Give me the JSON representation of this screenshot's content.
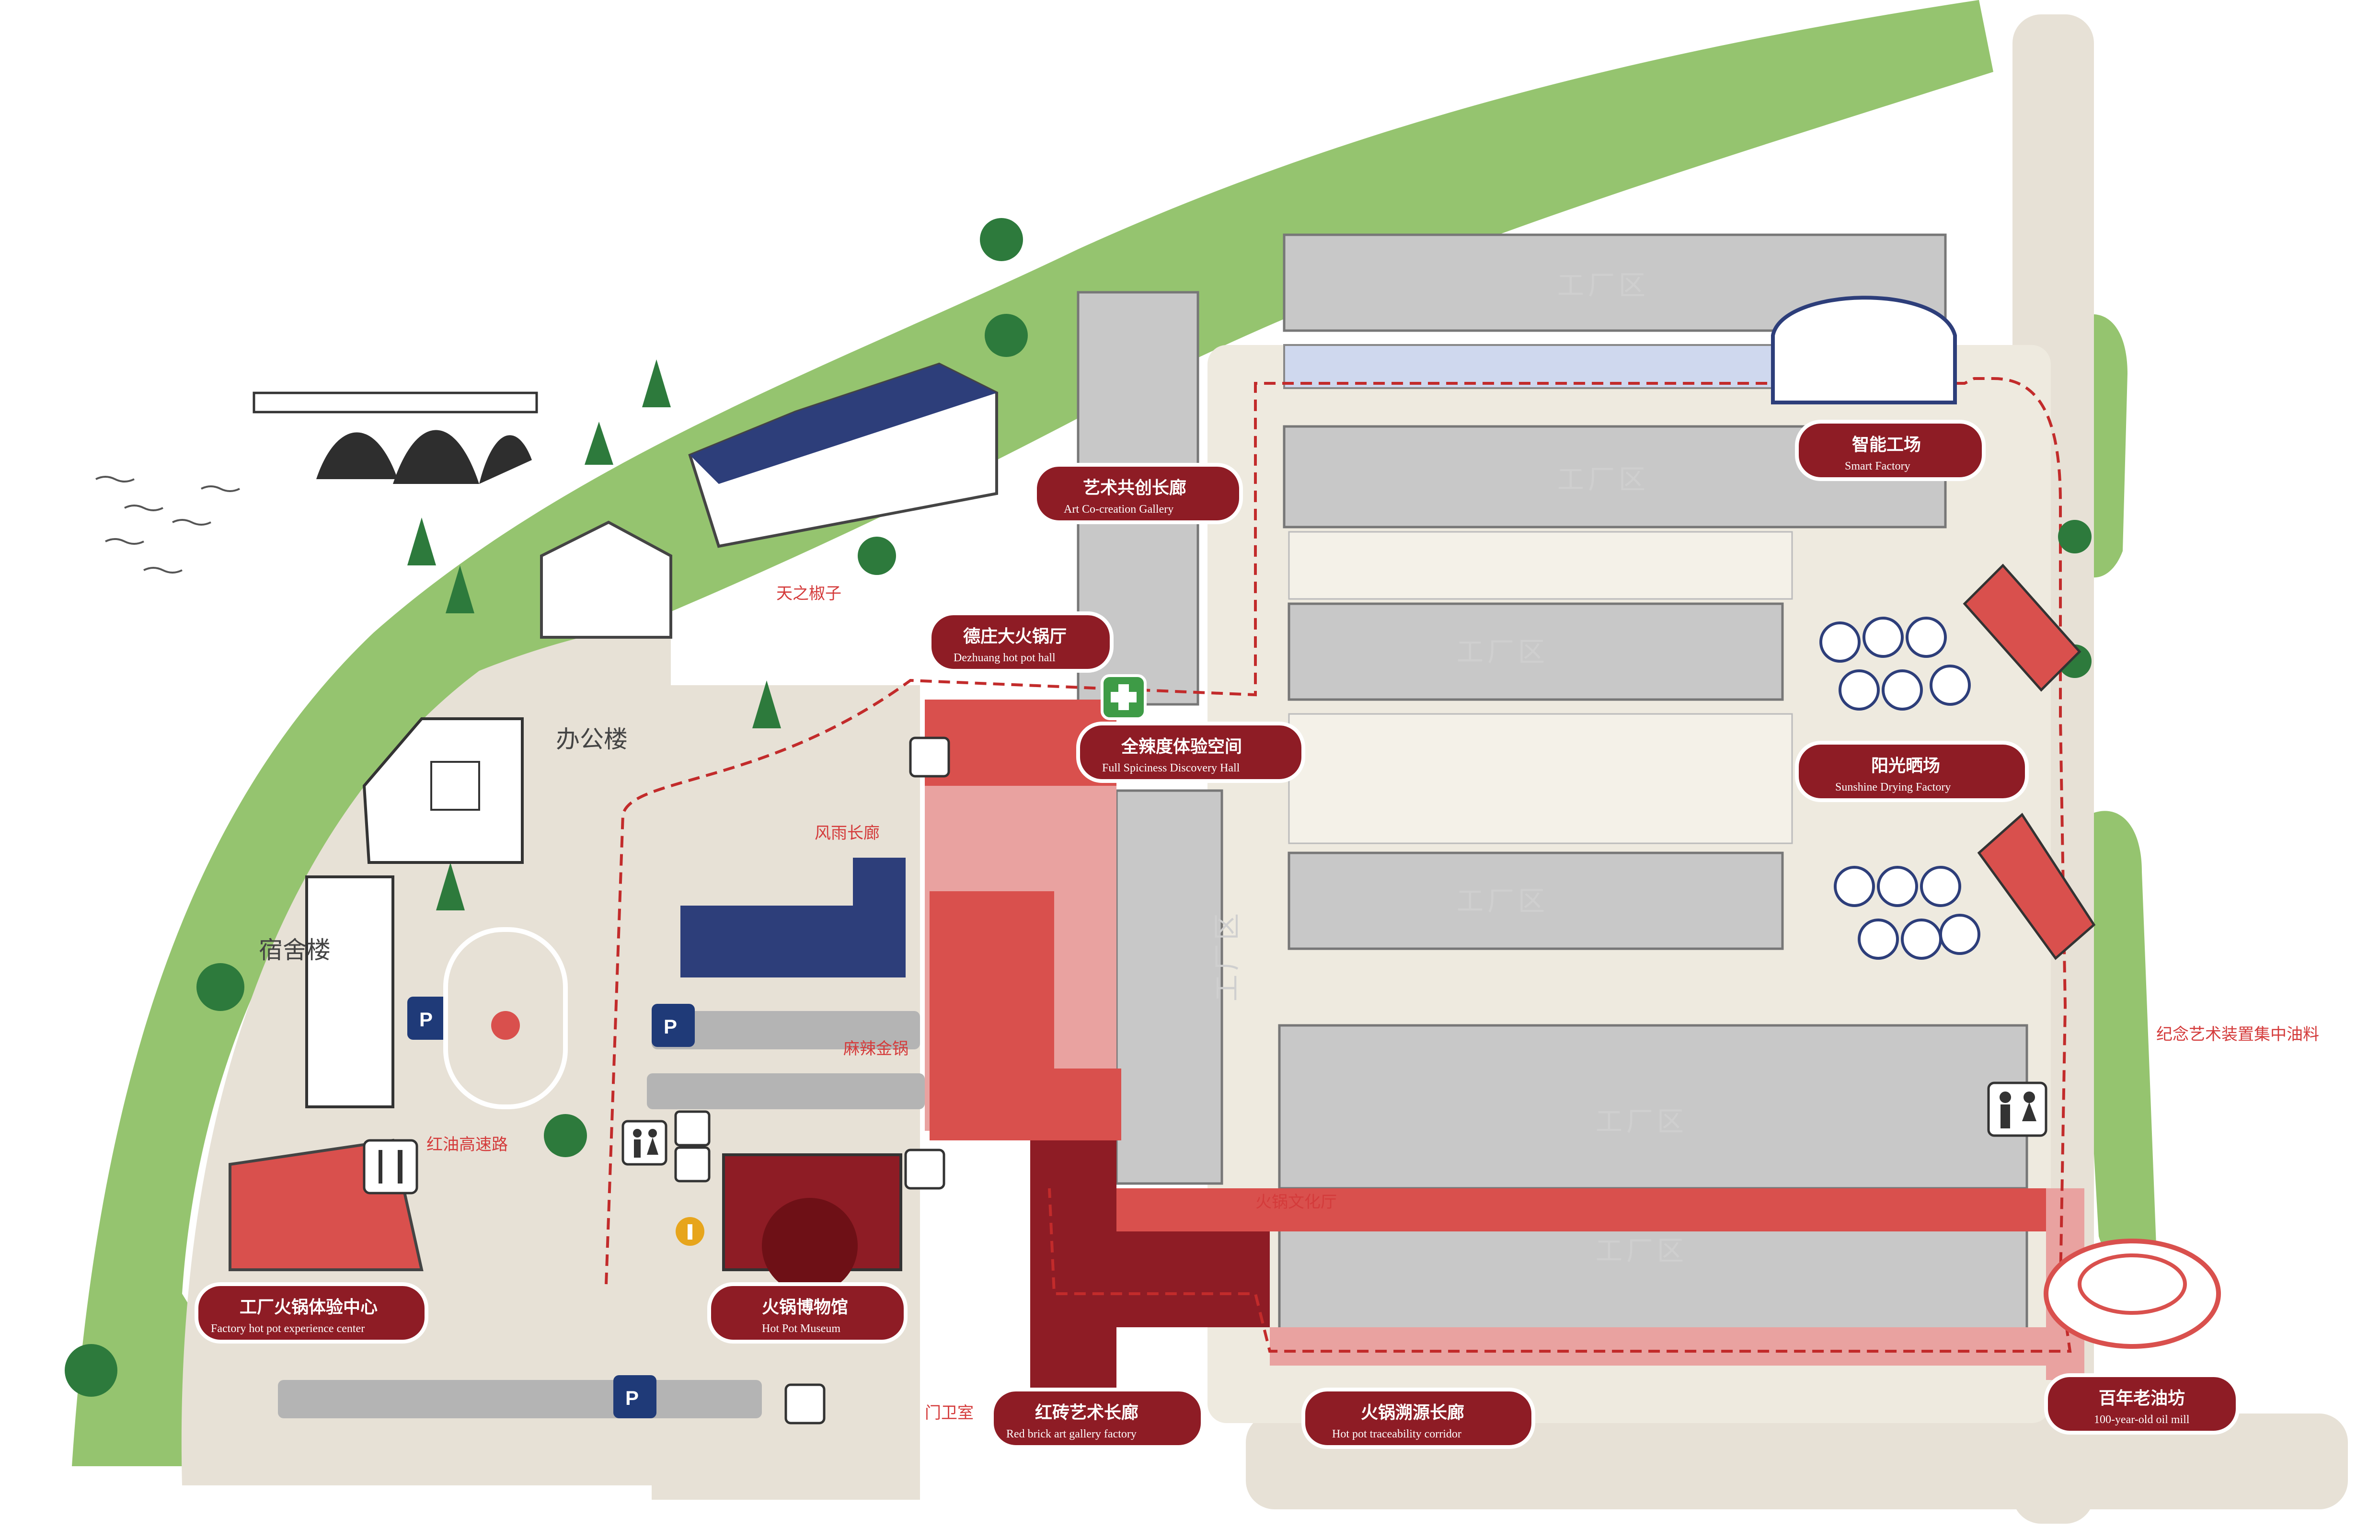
{
  "colors": {
    "grass": "#95c46f",
    "path": "#e7e1d6",
    "building": "#c8c8c8",
    "building_dark": "#a9a9a9",
    "brand_red": "#8e1c25",
    "accent_red": "#d9504d",
    "navy": "#2d3e7a",
    "parking_blue": "#1f3a78"
  },
  "zones": {
    "factory_zone_label": "工厂区"
  },
  "handwritten": {
    "office_building": "办公楼",
    "dormitory": "宿舍楼",
    "wind_rain_corridor": "风雨长廊",
    "heavenly_pepper": "天之椒子",
    "spicy_pot": "麻辣金锅",
    "red_oil_highway": "红油高速路",
    "hotpot_culture_hall": "火锅文化厅",
    "art_installation": "纪念艺术装置集中油料",
    "gate_room": "门卫室",
    "hotpot_pavilion": "火锅文化厅"
  },
  "labels": [
    {
      "key": "smart_factory",
      "cn": "智能工场",
      "en": "Smart Factory"
    },
    {
      "key": "art_gallery",
      "cn": "艺术共创长廊",
      "en": "Art Co-creation Gallery"
    },
    {
      "key": "dezhuang",
      "cn": "德庄大火锅厅",
      "en": "Dezhuang hot pot hall"
    },
    {
      "key": "spiciness",
      "cn": "全辣度体验空间",
      "en": "Full Spiciness Discovery Hall"
    },
    {
      "key": "sunshine",
      "cn": "阳光晒场",
      "en": "Sunshine Drying Factory"
    },
    {
      "key": "experience",
      "cn": "工厂火锅体验中心",
      "en": "Factory hot pot experience center"
    },
    {
      "key": "museum",
      "cn": "火锅博物馆",
      "en": "Hot Pot Museum"
    },
    {
      "key": "red_brick",
      "cn": "红砖艺术长廊",
      "en": "Red brick art gallery factory"
    },
    {
      "key": "traceability",
      "cn": "火锅溯源长廊",
      "en": "Hot pot traceability corridor"
    },
    {
      "key": "oil_mill",
      "cn": "百年老油坊",
      "en": "100-year-old oil mill"
    }
  ],
  "parking": {
    "label": "P"
  },
  "icons": [
    "toilet-icon",
    "restaurant-icon",
    "first-aid-icon",
    "info-icon",
    "phone-icon",
    "question-icon",
    "shop-icon",
    "luggage-icon",
    "exit-icon"
  ]
}
